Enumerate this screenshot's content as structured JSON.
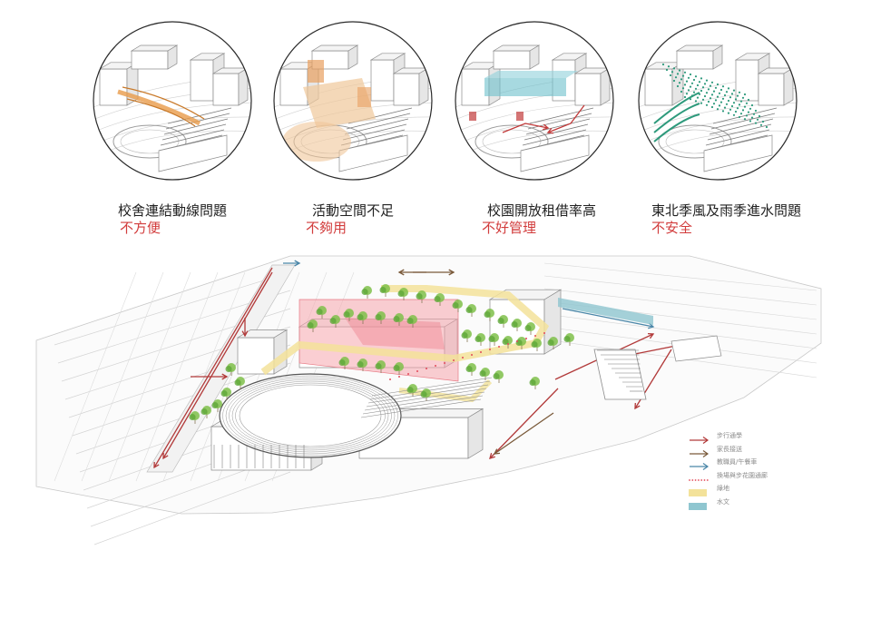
{
  "issues": [
    {
      "id": "circulation",
      "title": "校舍連結動線問題",
      "subtitle": "不方便",
      "accent": "#e89b4a"
    },
    {
      "id": "activity-space",
      "title": "活動空間不足",
      "subtitle": "不夠用",
      "accent": "#f0c79a"
    },
    {
      "id": "campus-rental",
      "title": "校園開放租借率高",
      "subtitle": "不好管理",
      "accent": "#6cc0cc"
    },
    {
      "id": "monsoon-rain",
      "title": "東北季風及雨季進水問題",
      "subtitle": "不安全",
      "accent": "#2e9a7c"
    }
  ],
  "legend": {
    "items": [
      {
        "label": "步行通學",
        "color": "#b23a3a",
        "kind": "arrow"
      },
      {
        "label": "家長接送",
        "color": "#7a5a3a",
        "kind": "arrow"
      },
      {
        "label": "教職員/午餐車",
        "color": "#4a86a8",
        "kind": "arrow"
      },
      {
        "label": "換場與步花園通廊",
        "color": "#e24a5a",
        "kind": "dots"
      },
      {
        "label": "綠地",
        "color": "#f3e29a",
        "kind": "swatch"
      },
      {
        "label": "水文",
        "color": "#8fc6d0",
        "kind": "swatch"
      }
    ]
  },
  "colors": {
    "subtitle_red": "#d23c3c",
    "activity_pink": "#f5a5ad",
    "green_belt": "#f3e29a",
    "tree": "#7fbf4a",
    "line_gray": "#9a9a9a"
  }
}
